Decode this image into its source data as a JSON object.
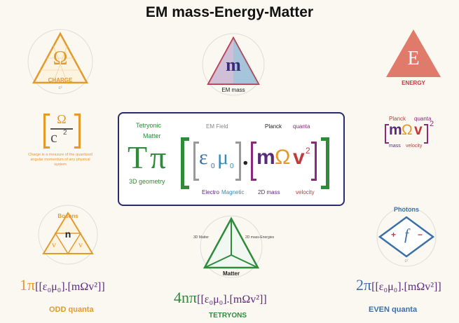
{
  "title": "EM mass-Energy-Matter",
  "charge": {
    "symbol": "Ω",
    "label": "CHARGE",
    "small": "c²"
  },
  "em_mass": {
    "symbol": "m",
    "label": "EM mass"
  },
  "energy": {
    "symbol": "E",
    "label": "ENERGY"
  },
  "charge_formula": {
    "numerator": "Ω",
    "denominator": "c",
    "exponent": "2",
    "caption": "Charge is a measure of the quantized angular momentum of any physical system"
  },
  "planck": {
    "label_planck": "Planck",
    "label_quanta": "quanta",
    "m": "m",
    "omega": "Ω",
    "v": "v",
    "exponent": "2",
    "label_mass": "mass",
    "label_velocity": "velocity"
  },
  "center": {
    "tetryonic": "Tetryonic",
    "matter": "Matter",
    "geometry": "3D geometry",
    "T": "T",
    "pi": "π",
    "em_field": "EM Field",
    "planck": "Planck",
    "quanta": "quanta",
    "eps": "ε",
    "eps_sub": "0",
    "mu": "μ",
    "mu_sub": "0",
    "dot": ".",
    "m": "m",
    "omega": "Ω",
    "v": "v",
    "sq": "2",
    "electro": "Electro",
    "magnetic": "Magnetic",
    "mass2d": "2D mass",
    "velocity": "velocity"
  },
  "bosons": {
    "label": "Bosons",
    "n": "n",
    "v1": "v",
    "v2": "v",
    "formula_prefix": "1π",
    "formula_body": "[[ε₀μ₀].[mΩv²]]",
    "caption": "ODD quanta"
  },
  "tetryons": {
    "matter_label": "Matter",
    "m3d": "3D Matter",
    "e2d": "2D mass-Energies",
    "formula_prefix": "4nπ",
    "formula_body": "[[ε₀μ₀].[mΩv²]]",
    "caption": "TETRYONS"
  },
  "photons": {
    "label": "Photons",
    "f": "f",
    "plus": "+",
    "minus": "−",
    "small": "c²",
    "formula_prefix": "2π",
    "formula_body": "[[ε₀μ₀].[mΩv²]]",
    "caption": "EVEN quanta"
  },
  "colors": {
    "orange": "#e39a2c",
    "purple": "#5a2a7a",
    "green": "#2e8b3a",
    "red": "#c23a3a",
    "teal": "#3a6fa8",
    "salmon": "#e07a6a"
  }
}
